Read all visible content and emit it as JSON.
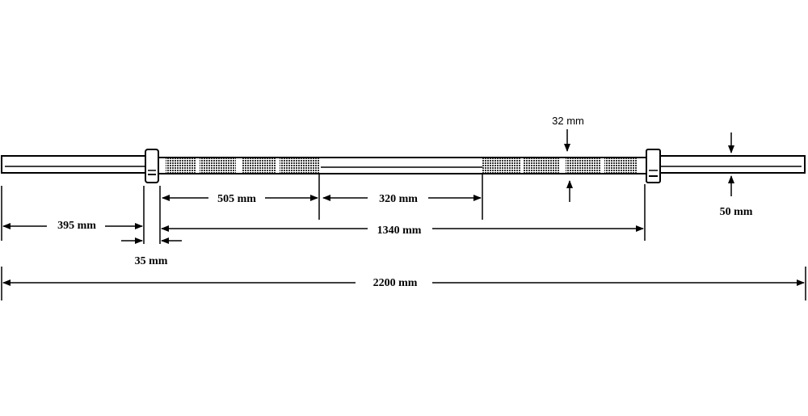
{
  "title": "Barbell dimensions",
  "dimensions": {
    "grip_section": "505 mm",
    "center_section": "320 mm",
    "sleeve_length": "395 mm",
    "collar_width": "35 mm",
    "inner_length": "1340 mm",
    "total_length": "2200 mm",
    "bar_diameter": "32 mm",
    "sleeve_diameter": "50 mm"
  },
  "colors": {
    "line": "#000000",
    "knurl": "#555555",
    "background": "#ffffff"
  }
}
